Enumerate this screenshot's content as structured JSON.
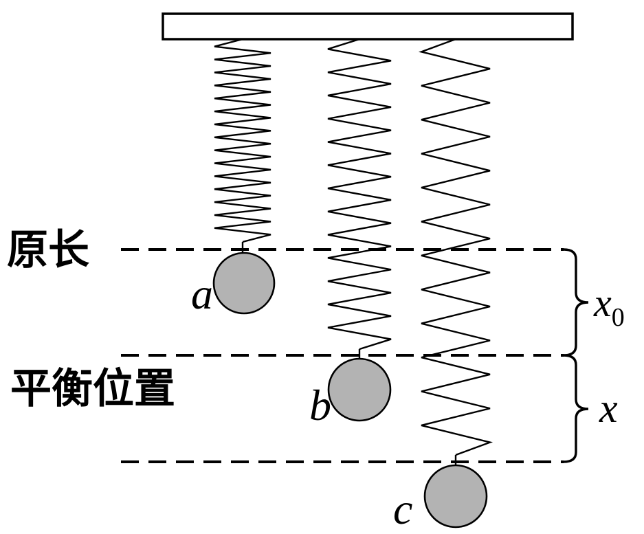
{
  "diagram": {
    "title_hint": "three hanging springs with balls at natural length, equilibrium and displaced positions",
    "labels": {
      "natural_length": "原长",
      "equilibrium": "平衡位置",
      "ball_a": "a",
      "ball_b": "b",
      "ball_c": "c",
      "x0_base": "x",
      "x0_sub": "0",
      "x_base": "x"
    },
    "colors": {
      "ball_fill": "#b3b3b3",
      "stroke": "#000000",
      "background": "#ffffff"
    }
  }
}
